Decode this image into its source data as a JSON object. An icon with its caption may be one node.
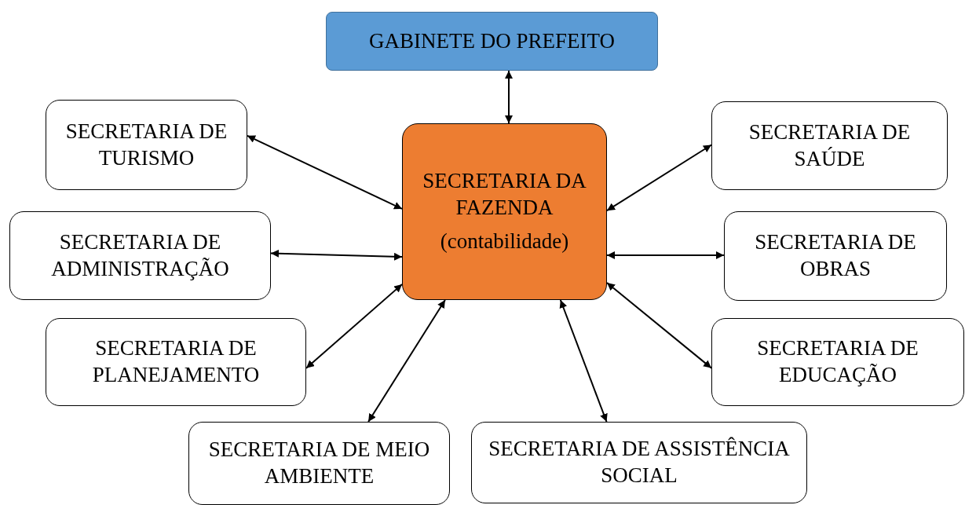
{
  "diagram": {
    "nodes": [
      {
        "text": [
          "GABINETE DO PREFEITO"
        ]
      },
      {
        "text": [
          "SECRETARIA DA FAZENDA",
          "(contabilidade)"
        ]
      },
      {
        "text": [
          "SECRETARIA DE TURISMO"
        ]
      },
      {
        "text": [
          "SECRETARIA DE SAÚDE"
        ]
      },
      {
        "text": [
          "SECRETARIA DE ADMINISTRAÇÃO"
        ]
      },
      {
        "text": [
          "SECRETARIA DE OBRAS"
        ]
      },
      {
        "text": [
          "SECRETARIA DE PLANEJAMENTO"
        ]
      },
      {
        "text": [
          "SECRETARIA DE EDUCAÇÃO"
        ]
      },
      {
        "text": [
          "SECRETARIA DE MEIO AMBIENTE"
        ]
      },
      {
        "text": [
          "SECRETARIA DE ASSISTÊNCIA SOCIAL"
        ]
      }
    ],
    "edges": [
      {
        "from": 1,
        "to": 0,
        "arrow": "both"
      },
      {
        "from": 1,
        "to": 2,
        "arrow": "both"
      },
      {
        "from": 1,
        "to": 3,
        "arrow": "both"
      },
      {
        "from": 1,
        "to": 4,
        "arrow": "both"
      },
      {
        "from": 1,
        "to": 5,
        "arrow": "both"
      },
      {
        "from": 1,
        "to": 6,
        "arrow": "both"
      },
      {
        "from": 1,
        "to": 7,
        "arrow": "both"
      },
      {
        "from": 1,
        "to": 8,
        "arrow": "both"
      },
      {
        "from": 1,
        "to": 9,
        "arrow": "both"
      }
    ]
  }
}
